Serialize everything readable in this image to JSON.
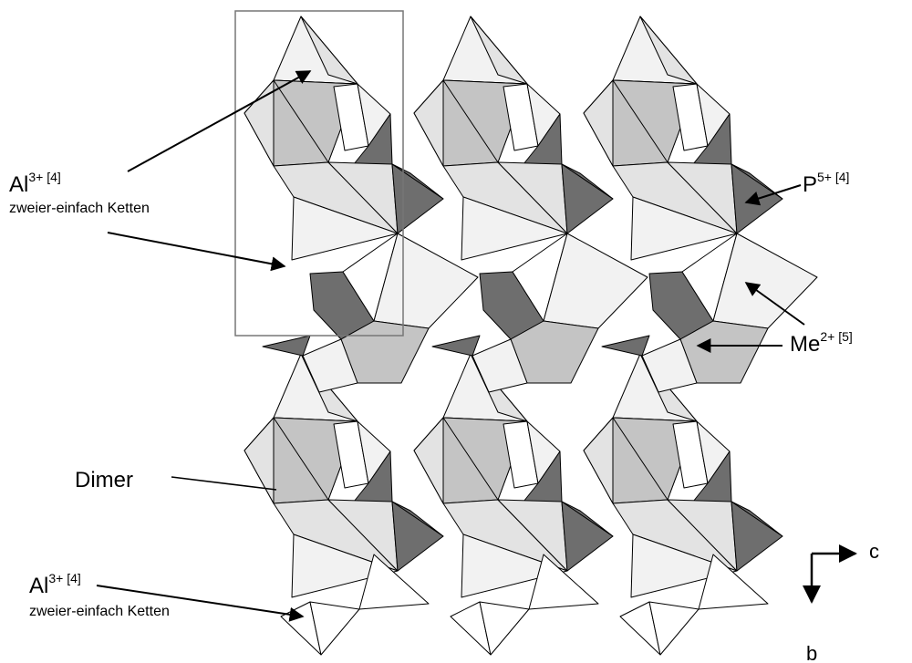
{
  "labels": {
    "al_top": {
      "main": "Al",
      "sup": "3+ [4]",
      "sub": "zweier-einfach Ketten"
    },
    "al_bottom": {
      "main": "Al",
      "sup": "3+ [4]",
      "sub": "zweier-einfach Ketten"
    },
    "p": {
      "main": "P",
      "sup": "5+ [4]"
    },
    "me": {
      "main": "Me",
      "sup": "2+ [5]"
    },
    "dimer": "Dimer",
    "axis_c": "c",
    "axis_b": "b"
  },
  "colors": {
    "white": "#ffffff",
    "pale": "#f2f2f2",
    "light": "#e3e3e3",
    "mid": "#c4c4c4",
    "dark": "#6e6e6e",
    "stroke": "#000000",
    "unit_cell": "#777777"
  }
}
